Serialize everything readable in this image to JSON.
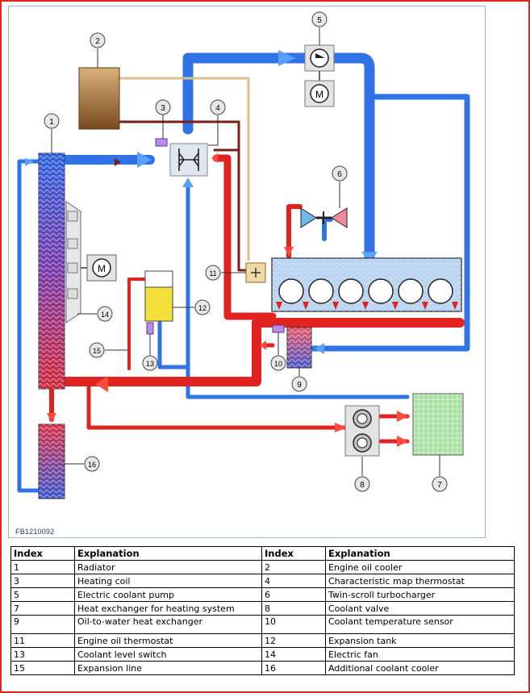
{
  "figure_id": "FB1210092",
  "callouts": [
    "1",
    "2",
    "3",
    "4",
    "5",
    "6",
    "7",
    "8",
    "9",
    "10",
    "11",
    "12",
    "13",
    "14",
    "15",
    "16"
  ],
  "legend": {
    "headers": [
      "Index",
      "Explanation",
      "Index",
      "Explanation"
    ],
    "rows": [
      [
        "1",
        "Radiator",
        "2",
        "Engine oil cooler"
      ],
      [
        "3",
        "Heating coil",
        "4",
        "Characteristic map thermostat"
      ],
      [
        "5",
        "Electric coolant pump",
        "6",
        "Twin-scroll turbocharger"
      ],
      [
        "7",
        "Heat exchanger for heating system",
        "8",
        "Coolant valve"
      ],
      [
        "9",
        "Oil-to-water heat exchanger",
        "10",
        "Coolant temperature sensor"
      ],
      [
        "11",
        "Engine oil thermostat",
        "12",
        "Expansion tank"
      ],
      [
        "13",
        "Coolant level switch",
        "14",
        "Electric fan"
      ],
      [
        "15",
        "Expansion line",
        "16",
        "Additional coolant cooler"
      ]
    ]
  },
  "colors": {
    "cold": "#2f73e6",
    "hot": "#e0231f",
    "oil": "#7a1d12",
    "oil_light": "#dcc08e",
    "frame": "#e3241b"
  }
}
